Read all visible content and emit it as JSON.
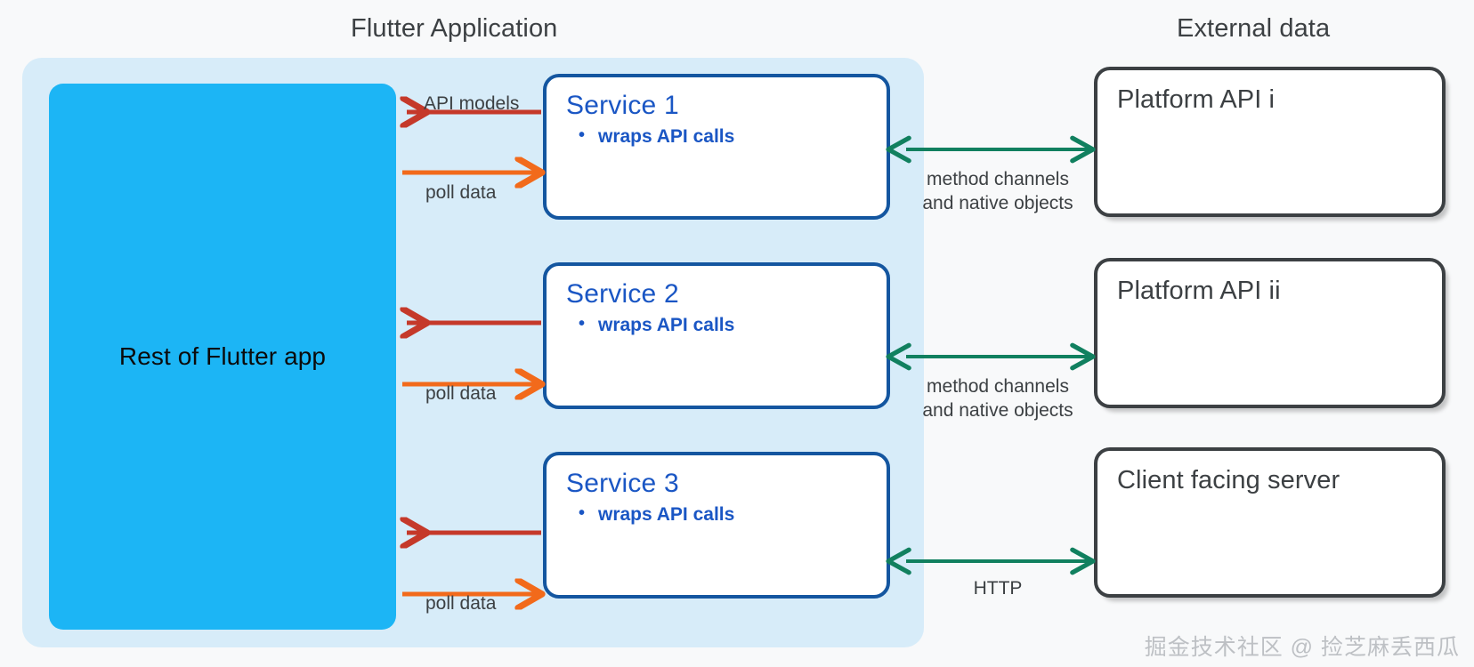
{
  "columns": {
    "flutter_title": "Flutter Application",
    "external_title": "External data"
  },
  "app": {
    "rest_of_app_label": "Rest of Flutter app"
  },
  "services": [
    {
      "title": "Service 1",
      "bullet": "wraps API calls"
    },
    {
      "title": "Service 2",
      "bullet": "wraps API calls"
    },
    {
      "title": "Service 3",
      "bullet": "wraps API calls"
    }
  ],
  "external_boxes": [
    {
      "title": "Platform API i"
    },
    {
      "title": "Platform API ii"
    },
    {
      "title": "Client facing server"
    }
  ],
  "arrows": {
    "api_models": "API models",
    "poll_data_1": "poll data",
    "poll_data_2": "poll data",
    "poll_data_3": "poll data",
    "method_channels_1_line1": "method channels",
    "method_channels_1_line2": "and native objects",
    "method_channels_2_line1": "method channels",
    "method_channels_2_line2": "and native objects",
    "http": "HTTP"
  },
  "colors": {
    "background": "#f8f9fa",
    "app_container": "#d7ecf9",
    "rest_of_app": "#1cb5f5",
    "service_border": "#1456a0",
    "service_text": "#1a56c4",
    "external_border": "#3c4043",
    "arrow_red": "#c5392a",
    "arrow_orange": "#f26a1b",
    "arrow_green": "#11805f",
    "title_text": "#3c4043"
  },
  "watermark": {
    "text": "掘金技术社区 @ 捡芝麻丢西瓜"
  }
}
